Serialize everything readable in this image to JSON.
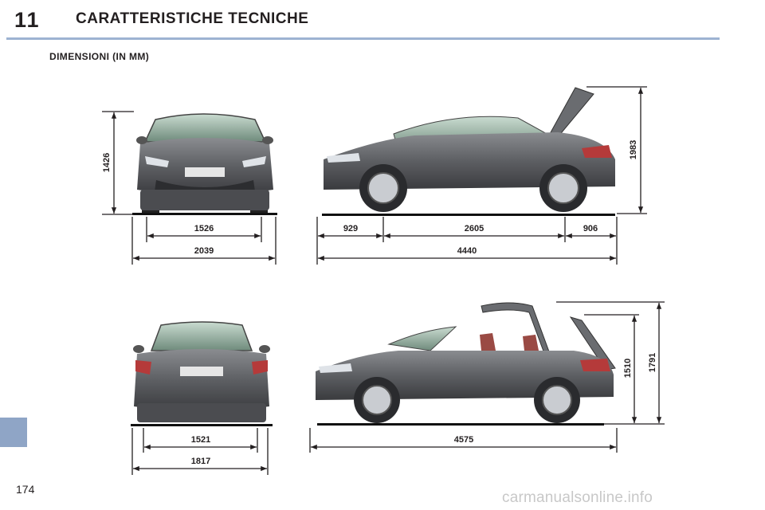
{
  "header": {
    "chapter_number": "11",
    "chapter_title": "CARATTERISTICHE TECNICHE"
  },
  "section": {
    "title": "DIMENSIONI (IN MM)"
  },
  "dimensions": {
    "front_height": "1426",
    "front_track": "1526",
    "width_mirrors": "2039",
    "front_overhang": "929",
    "wheelbase": "2605",
    "rear_overhang": "906",
    "overall_length": "4440",
    "height_trunk_open": "1983",
    "rear_track": "1521",
    "rear_width": "1817",
    "length_roof_operating": "4575",
    "height_roof_closed": "1510",
    "height_roof_operating": "1791"
  },
  "footer": {
    "page_number": "174",
    "watermark": "carmanualsonline.info"
  },
  "colors": {
    "accent": "#9db3d2",
    "tab": "#8fa5c6",
    "car_body": "#5f6164",
    "glass": "#9fb7a8"
  }
}
